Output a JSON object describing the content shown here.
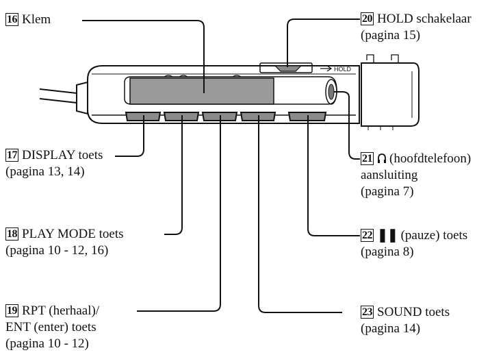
{
  "callouts": [
    {
      "num": "16",
      "text": "Klem",
      "sub": []
    },
    {
      "num": "17",
      "text": "DISPLAY toets",
      "sub": [
        "(pagina 13, 14)"
      ]
    },
    {
      "num": "18",
      "text": "PLAY MODE toets",
      "sub": [
        "(pagina 10 - 12, 16)"
      ]
    },
    {
      "num": "19",
      "text": "RPT (herhaal)/",
      "sub": [
        "ENT (enter) toets",
        "(pagina 10 - 12)"
      ]
    },
    {
      "num": "20",
      "text": "HOLD schakelaar",
      "sub": [
        "(pagina 15)"
      ]
    },
    {
      "num": "21",
      "symbol": "headphones-icon",
      "text": "(hoofdtelefoon)",
      "sub": [
        "aansluiting",
        "(pagina 7)"
      ]
    },
    {
      "num": "22",
      "symbol": "pause-icon",
      "symbol_text": "❚❚",
      "text": "(pauze) toets",
      "sub": [
        "(pagina 8)"
      ]
    },
    {
      "num": "23",
      "text": "SOUND toets",
      "sub": [
        "(pagina 14)"
      ]
    }
  ],
  "device": {
    "hold_label": "HOLD"
  }
}
